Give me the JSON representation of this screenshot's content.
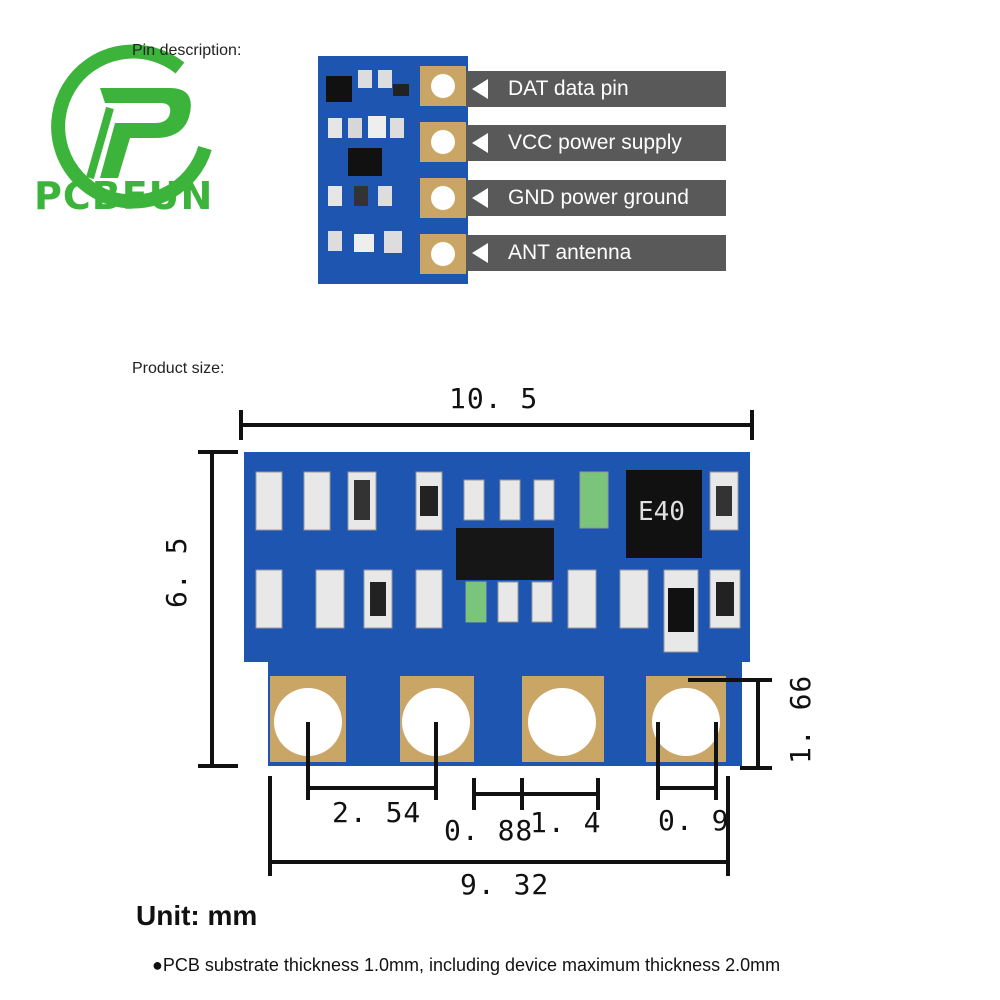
{
  "brand": {
    "name": "PCBFUN",
    "color": "#3cb43c"
  },
  "pin_section": {
    "label": "Pin description:",
    "pins": [
      {
        "label": "DAT data pin"
      },
      {
        "label": "VCC power supply"
      },
      {
        "label": "GND power ground"
      },
      {
        "label": "ANT antenna"
      }
    ]
  },
  "size_section": {
    "label": "Product size:",
    "board_marking": "E40",
    "dimensions": {
      "width": "10. 5",
      "height": "6. 5",
      "pad_height": "1. 66",
      "pin_pitch": "2. 54",
      "gap_a": "0. 88",
      "gap_b": "1. 4",
      "hole": "0. 9",
      "span": "9. 32"
    }
  },
  "unit": "Unit: mm",
  "note": "●PCB substrate thickness 1.0mm, including device maximum thickness 2.0mm",
  "colors": {
    "pcb": "#1e55b0",
    "pcb_dark": "#163f86",
    "gold": "#c9a566",
    "pin_bar": "#595959"
  }
}
